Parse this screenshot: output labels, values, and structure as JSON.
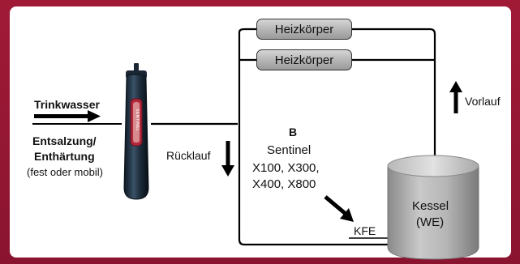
{
  "labels": {
    "trinkwasser": "Trinkwasser",
    "entsalzung": "Entsalzung/",
    "enthaertung": "Enthärtung",
    "mode": "(fest oder mobil)",
    "ruecklauf": "Rücklauf",
    "vorlauf": "Vorlauf",
    "b": "B",
    "sentinel": "Sentinel",
    "models_1": "X100, X300,",
    "models_2": "X400, X800",
    "kfe": "KFE",
    "kessel": "Kessel",
    "we": "(WE)"
  },
  "radiators": [
    {
      "label": "Heizkörper"
    },
    {
      "label": "Heizkörper"
    }
  ],
  "filter_badge": "SENTINEL",
  "colors": {
    "frame": "#8e1630",
    "panel": "#ffffff",
    "pipe": "#000000",
    "radiator": "#b8b8b8",
    "boiler": "#9a9a9a",
    "filter_body": "#1c2a3a",
    "filter_label": "#b0283a"
  }
}
